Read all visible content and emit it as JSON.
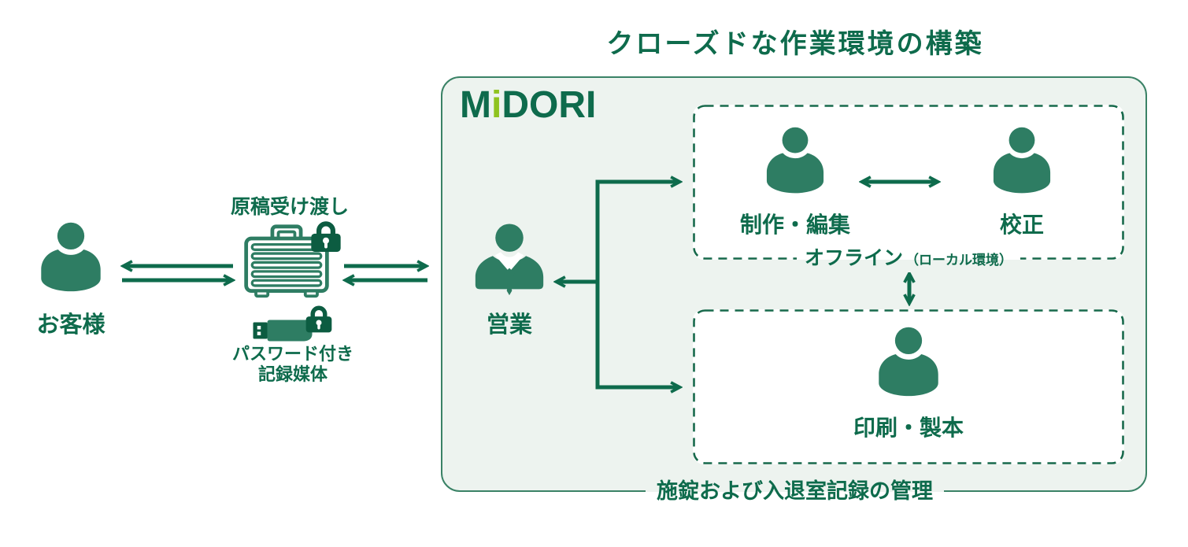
{
  "colors": {
    "dark_green": "#0e6b4c",
    "deep_green": "#0c5c41",
    "person_green": "#2e7d63",
    "lime_green": "#8fc31f",
    "container_bg": "#edf3ef",
    "container_border": "#3a8266",
    "dash_green": "#17694b"
  },
  "title": "クローズドな作業環境の構築",
  "logo": {
    "part_m": "M",
    "part_i": "i",
    "part_dori": "DORI"
  },
  "customer": {
    "label": "お客様"
  },
  "handover": {
    "label": "原稿受け渡し",
    "media_line1": "パスワード付き",
    "media_line2": "記録媒体"
  },
  "sales": {
    "label": "営業"
  },
  "offline_box": {
    "member1": "制作・編集",
    "member2": "校正",
    "caption": "オフライン",
    "caption_note": "（ローカル環境）"
  },
  "print_box": {
    "label": "印刷・製本"
  },
  "footer": "施錠および入退室記録の管理"
}
